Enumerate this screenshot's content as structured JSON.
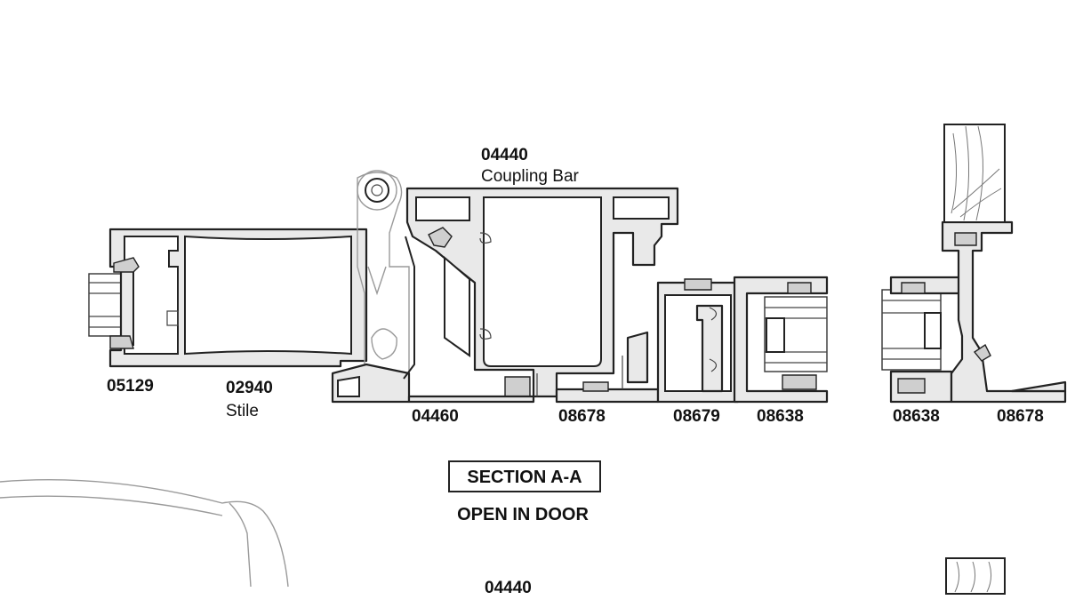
{
  "labels": {
    "coupling_bar_code": "04440",
    "coupling_bar_desc": "Coupling Bar",
    "p05129": "05129",
    "p02940": "02940",
    "stile_desc": "Stile",
    "p04460": "04460",
    "p08678_a": "08678",
    "p08679": "08679",
    "p08638_a": "08638",
    "p08638_b": "08638",
    "p08678_b": "08678",
    "lower_code_cut": "04440"
  },
  "section": {
    "title": "SECTION A-A",
    "subtitle": "OPEN IN DOOR"
  },
  "colors": {
    "profile_fill": "#e9e9e9",
    "outline": "#222222",
    "background": "#ffffff"
  }
}
